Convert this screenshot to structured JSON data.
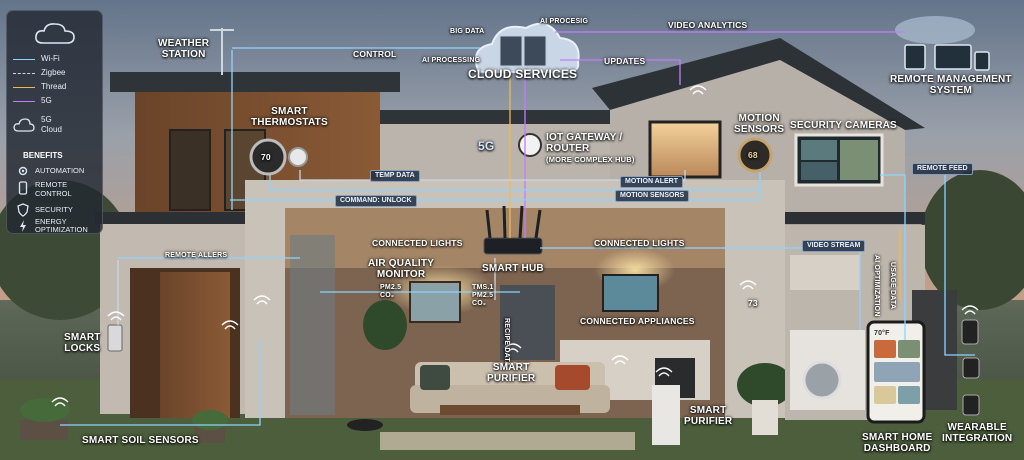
{
  "legend": {
    "cloud_icon": "cloud-icon",
    "items": [
      {
        "label": "Wi-Fi",
        "color": "#8fd3ff"
      },
      {
        "label": "Zigbee",
        "color": "#c9d8e8"
      },
      {
        "label": "Thread",
        "color": "#f2b84b"
      },
      {
        "label": "5G",
        "color": "#c27cff"
      }
    ],
    "cloud_label_1": "5G",
    "cloud_label_2": "Cloud",
    "benefits_title": "BENEFITS",
    "benefits": [
      {
        "label": "AUTOMATION",
        "icon": "gear-icon"
      },
      {
        "label": "REMOTE",
        "label2": "CONTROL",
        "icon": "phone-icon"
      },
      {
        "label": "SECURITY",
        "icon": "shield-icon"
      },
      {
        "label": "ENERGY",
        "label2": "OPTIMIZATION",
        "icon": "bolt-icon"
      }
    ]
  },
  "labels": {
    "weather_1": "WEATHER",
    "weather_2": "STATION",
    "control": "CONTROL",
    "big_data": "BIG DATA",
    "ai_processing_top": "AI PROCESIG",
    "ai_processing": "AI PROCESSING",
    "cloud_services": "CLOUD SERVICES",
    "video_analytics": "VIDEO ANALYTICS",
    "updates": "UPDATES",
    "remote_mgmt_1": "REMOTE MANAGEMENT",
    "remote_mgmt_2": "SYSTEM",
    "smart_thermostats_1": "SMART",
    "smart_thermostats_2": "THERMOSTATS",
    "thermostat_temp": "70",
    "five_g": "5G",
    "iot_1": "IOT GATEWAY /",
    "iot_2": "ROUTER",
    "iot_3": "(MORE COMPLEX HUB)",
    "motion_1": "MOTION",
    "motion_2": "SENSORS",
    "motion_value": "68",
    "security_cameras": "SECURITY CAMERAS",
    "temp_data": "TEMP DATA",
    "motion_alert": "MOTION ALERT",
    "command_unlock": "COMMAND: UNLOCK",
    "motion_sensors_tag": "MOTION SENSORS",
    "remote_feed": "REMOTE FEED",
    "remote_allers": "REMOTE ALLERS",
    "connected_lights_1": "CONNECTED LIGHTS",
    "connected_lights_2": "CONNECTED LIGHTS",
    "smart_hub": "SMART HUB",
    "video_stream": "VIDEO STREAM",
    "air_1": "AIR QUALITY",
    "air_2": "MONITOR",
    "pm_1": "PM2.5",
    "pm_2": "CO₂",
    "pm_3": "TMS.1",
    "pm_4": "PM2.5",
    "pm_5": "CO₂",
    "recipe_data": "RECIPE DATA",
    "ai_optimization": "AI OPTIMIZATION",
    "usage_data": "USAGE DATA",
    "connected_appliances": "CONNECTED APPLIANCES",
    "smart_locks_1": "SMART",
    "smart_locks_2": "LOCKS",
    "smart_purifier_1": "SMART",
    "smart_purifier_2": "PURIFIER",
    "smart_purifier_b1": "SMART",
    "smart_purifier_b2": "PURIFIER",
    "soil": "SMART SOIL SENSORS",
    "dashboard_1": "SMART HOME",
    "dashboard_2": "DASHBOARD",
    "dashboard_temp": "70°F",
    "wearable_1": "WEARABLE",
    "wearable_2": "INTEGRATION",
    "appliance_value": "73"
  }
}
